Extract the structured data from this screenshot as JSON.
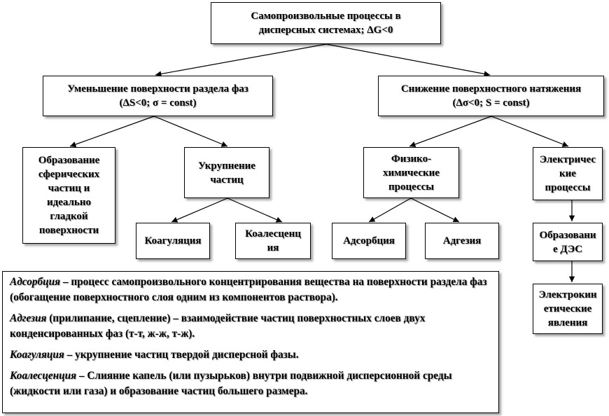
{
  "nodes": {
    "root": [
      "Самопроизвольные процессы в",
      "дисперсных системах; ΔG<0"
    ],
    "left": [
      "Уменьшение поверхности раздела фаз",
      "(ΔS<0; σ = const)"
    ],
    "right": [
      "Снижение поверхностного натяжения",
      "(Δσ<0; S = const)"
    ],
    "spherical": [
      "Образование",
      "сферических",
      "частиц и",
      "идеально",
      "гладкой",
      "поверхности"
    ],
    "enlarge": [
      "Укрупнение",
      "частиц"
    ],
    "physchem": [
      "Физико-",
      "химические",
      "процессы"
    ],
    "electric": [
      "Электричес",
      "кие",
      "процессы"
    ],
    "coagulation": [
      "Коагуляция"
    ],
    "coalescence": [
      "Коалесценц",
      "ия"
    ],
    "adsorption": [
      "Адсорбция"
    ],
    "adhesion": [
      "Адгезия"
    ],
    "edl": [
      "Образовани",
      "е ДЭС"
    ],
    "electrokinetic": [
      "Электрокин",
      "етические",
      "явления"
    ]
  },
  "glossary": [
    {
      "term": "Адсорбция",
      "definition": " – процесс самопроизвольного концентрирования вещества на поверхности раздела фаз (обогащение поверхностного слоя одним из компонентов раствора)."
    },
    {
      "term": "Адгезия",
      "definition": " (прилипание, сцепление) – взаимодействие частиц поверхностных слоев двух конденсированных фаз (т-т, ж-ж, т-ж)."
    },
    {
      "term": "Коагуляция",
      "definition": " – укрупнение частиц твердой дисперсной фазы."
    },
    {
      "term": "Коалесценция",
      "definition": " – Слияние капель (или пузырьков) внутри подвижной дисперсионной среды (жидкости или газа) и образование частиц большего размера."
    }
  ]
}
